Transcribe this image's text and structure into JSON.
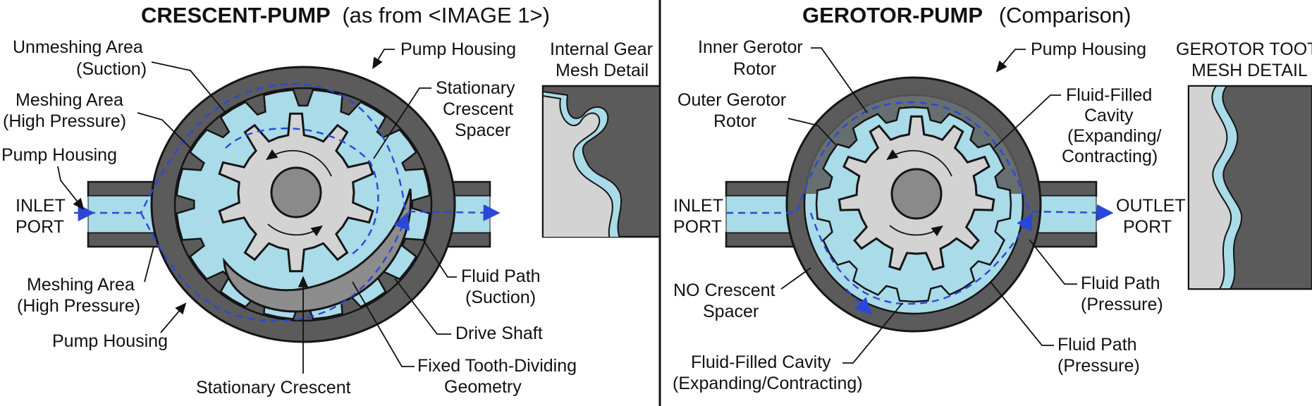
{
  "left": {
    "title_bold": "CRESCENT-PUMP",
    "title_rest": "(as from <IMAGE 1>)",
    "labels": {
      "unmeshing_l1": "Unmeshing Area",
      "unmeshing_l2": "(Suction)",
      "meshing_top_l1": "Meshing Area",
      "meshing_top_l2": "(High Pressure)",
      "housing_left": "Pump Housing",
      "inlet_l1": "INLET",
      "inlet_l2": "PORT",
      "meshing_bot_l1": "Meshing Area",
      "meshing_bot_l2": "(High Pressure)",
      "housing_bottom": "Pump Housing",
      "stationary_crescent": "Stationary Crescent",
      "housing_top": "Pump Housing",
      "spacer_l1": "Stationary",
      "spacer_l2": "Crescent",
      "spacer_l3": "Spacer",
      "fluid_suction_l1": "Fluid Path",
      "fluid_suction_l2": "(Suction)",
      "drive_shaft": "Drive Shaft",
      "fixed_l1": "Fixed Tooth-Dividing",
      "fixed_l2": "Geometry"
    },
    "detail_l1": "Internal Gear",
    "detail_l2": "Mesh Detail"
  },
  "right": {
    "title_bold": "GEROTOR-PUMP",
    "title_rest": "(Comparison)",
    "labels": {
      "inner_l1": "Inner Gerotor",
      "inner_l2": "Rotor",
      "outer_l1": "Outer Gerotor",
      "outer_l2": "Rotor",
      "inlet_l1": "INLET",
      "inlet_l2": "PORT",
      "nocres_l1": "NO Crescent",
      "nocres_l2": "Spacer",
      "cavity_bot_l1": "Fluid-Filled Cavity",
      "cavity_bot_l2": "(Expanding/Contracting)",
      "housing_top": "Pump Housing",
      "cavity_top_l1": "Fluid-Filled",
      "cavity_top_l2": "Cavity",
      "cavity_top_l3": "(Expanding/",
      "cavity_top_l4": "Contracting)",
      "outlet_l1": "OUTLET",
      "outlet_l2": "PORT",
      "fluid_pressure_a_l1": "Fluid Path",
      "fluid_pressure_a_l2": "(Pressure)",
      "fluid_pressure_b_l1": "Fluid Path",
      "fluid_pressure_b_l2": "(Pressure)"
    },
    "detail_l1": "GEROTOR TOOTH",
    "detail_l2": "MESH DETAIL"
  },
  "colors": {
    "fluid": "#a9dbe8",
    "housing": "#5b5b5b",
    "gear": "#d3d3d3",
    "flow_arrow": "#2a48d8"
  }
}
